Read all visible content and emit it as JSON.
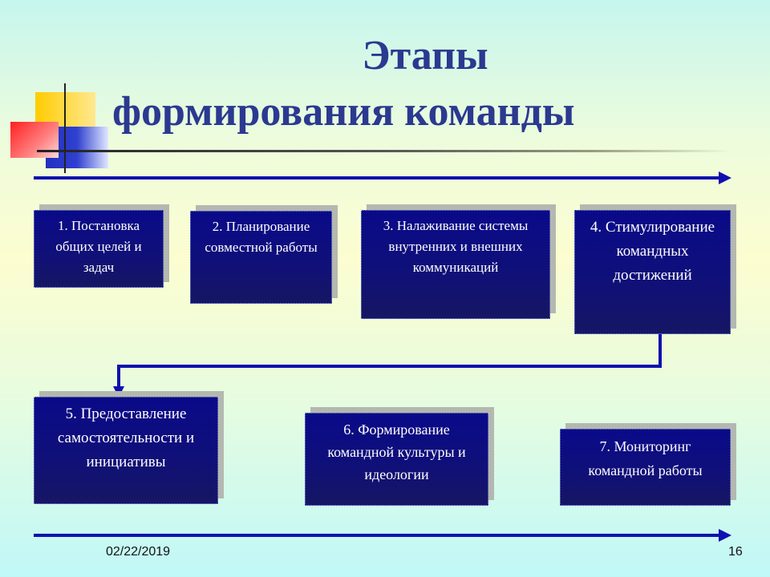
{
  "title": {
    "line1": "Этапы",
    "line2": "формирования команды"
  },
  "stages": [
    {
      "label": "1. Постановка общих целей и задач"
    },
    {
      "label": "2. Планирование совместной работы"
    },
    {
      "label": "3. Налаживание системы внутренних и внешних коммуникаций"
    },
    {
      "label": "4. Стимулирование командных достижений"
    },
    {
      "label": "5. Предоставление самостоятельности и инициативы"
    },
    {
      "label": "6. Формирование командной культуры и идеологии"
    },
    {
      "label": "7. Мониторинг командной работы"
    }
  ],
  "footer": {
    "date": "02/22/2019",
    "page": "16"
  },
  "colors": {
    "title": "#2b3990",
    "box": "#0a0a8a",
    "arrow": "#1010b0"
  }
}
